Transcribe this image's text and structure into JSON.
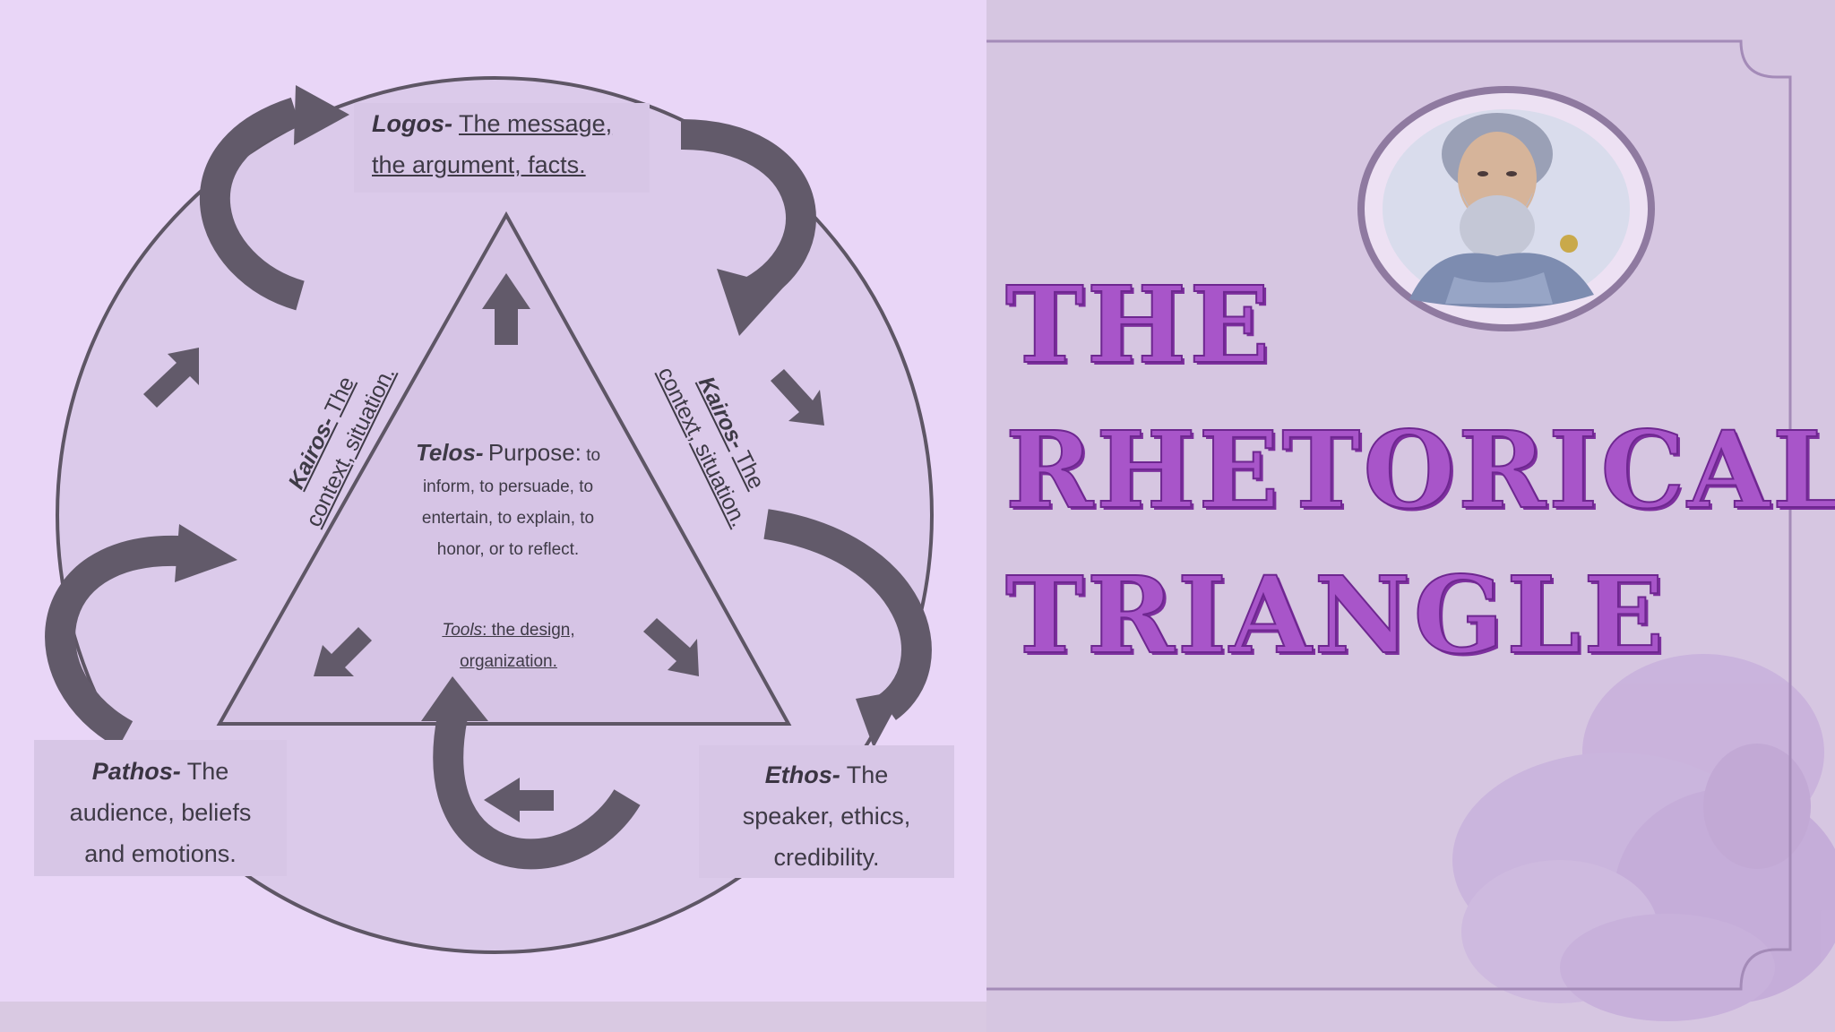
{
  "diagram": {
    "logos": {
      "term": "Logos-",
      "line1": "The message,",
      "line2": "the argument, facts."
    },
    "pathos": {
      "term": "Pathos-",
      "line1": "The",
      "line2": "audience, beliefs",
      "line3": "and emotions."
    },
    "ethos": {
      "term": "Ethos-",
      "line1": "The",
      "line2": "speaker, ethics,",
      "line3": "credibility."
    },
    "kairos_left": {
      "term": "Kairos-",
      "rest": "The",
      "line2": "context, situation."
    },
    "kairos_right": {
      "term": "Kairos-",
      "rest": "The",
      "line2": "context, situation."
    },
    "telos": {
      "term": "Telos-",
      "lead": "Purpose:",
      "line1_rest": "to",
      "line2": "inform, to persuade, to",
      "line3": "entertain, to explain, to",
      "line4": "honor, or to reflect."
    },
    "tools": {
      "term": "Tools",
      "line1": ": the design,",
      "line2": "organization."
    }
  },
  "title": {
    "line1": "THE",
    "line2": "RHETORICAL",
    "line3": "TRIANGLE"
  },
  "colors": {
    "title": "#a855c9",
    "arrows": "#5e5665",
    "diagram_bg": "#e9d6f7",
    "slide_bg": "#d6c6e1"
  },
  "icons": [
    "portrait-medallion",
    "curved-arrow",
    "straight-arrow",
    "watercolor-splash"
  ]
}
